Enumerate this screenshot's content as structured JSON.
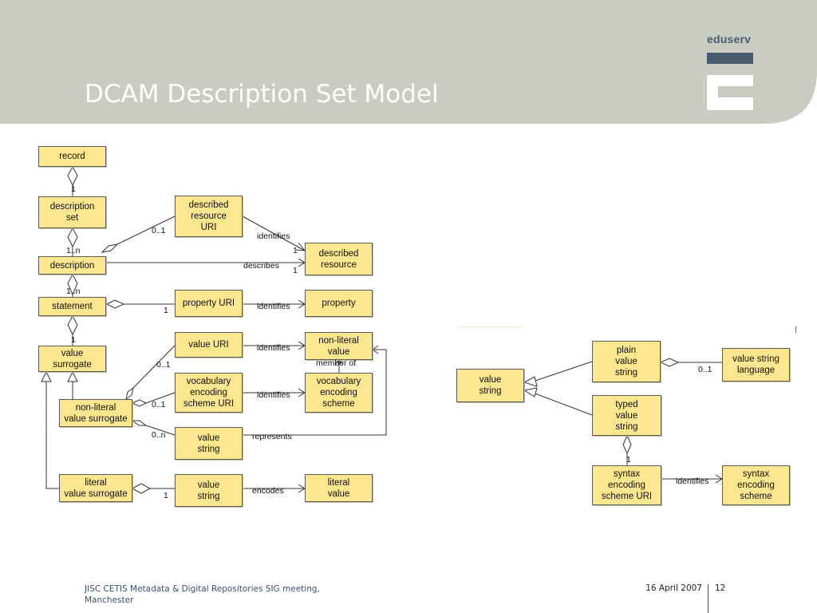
{
  "slide": {
    "title": "DCAM Description Set Model",
    "logo_text": "eduserv",
    "colors": {
      "header_band": "#c9ccc3",
      "title_text": "#ffffff",
      "box_fill": "#fce690",
      "box_border": "#5a5a5a",
      "logo_color": "#4a5a6e"
    }
  },
  "diagram": {
    "boxes": {
      "record": "record",
      "description_set": "description\nset",
      "described_resource_uri": "described\nresource\nURI",
      "description": "description",
      "described_resource": "described\nresource",
      "statement": "statement",
      "property_uri": "property URI",
      "property": "property",
      "value_surrogate": "value\nsurrogate",
      "value_uri": "value URI",
      "non_literal_value": "non-literal\nvalue",
      "ves_uri": "vocabulary\nencoding\nscheme URI",
      "ves": "vocabulary\nencoding\nscheme",
      "non_literal_value_surrogate": "non-literal\nvalue surrogate",
      "value_string_a": "value\nstring",
      "literal_value_surrogate": "literal\nvalue surrogate",
      "value_string_b": "value\nstring",
      "literal_value": "literal\nvalue",
      "value_string_c": "value\nstring",
      "plain_value_string": "plain\nvalue\nstring",
      "value_string_language": "value string\nlanguage",
      "typed_value_string": "typed\nvalue\nstring",
      "syntax_encoding_scheme_uri": "syntax\nencoding\nscheme URI",
      "syntax_encoding_scheme": "syntax\nencoding\nscheme"
    },
    "labels": {
      "m_record_set": "1",
      "m_desc_uri": "0..1",
      "identifies_1": "identifies",
      "m_uri_res": "1",
      "m_set_desc": "1..n",
      "describes": "describes",
      "m_desc_res": "1",
      "m_desc_stmt": "1..n",
      "m_stmt_prop": "1",
      "identifies_2": "identifies",
      "m_stmt_vs": "1",
      "identifies_3": "identifies",
      "m_nlvs_vuri": "0..1",
      "member_of": "member of",
      "identifies_4": "identifies",
      "m_nlvs_ves": "0..1",
      "m_nlvs_vstr": "0..n",
      "represents": "represents",
      "m_lvs_vstr": "1",
      "encodes": "encodes",
      "m_plain_lang": "0..1",
      "m_typed_ses": "1",
      "identifies_5": "identifies"
    }
  },
  "footer": {
    "left": "JISC CETIS Metadata & Digital Repositories SIG meeting, Manchester",
    "date": "16 April 2007",
    "page": "12"
  }
}
